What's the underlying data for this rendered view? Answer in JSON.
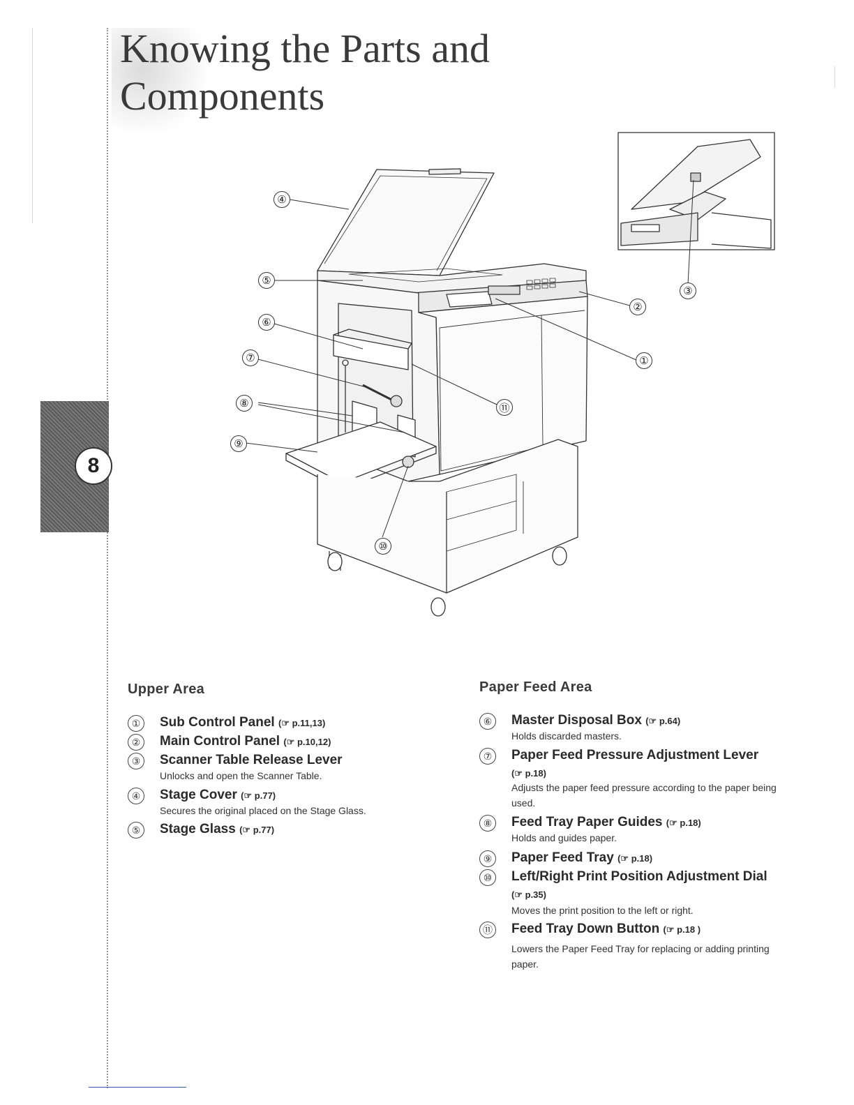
{
  "title": {
    "line1": "Knowing the Parts and",
    "line2": "Components"
  },
  "chapter_number": "8",
  "ref_marker": "☞",
  "callout_numbers": [
    "①",
    "②",
    "③",
    "④",
    "⑤",
    "⑥",
    "⑦",
    "⑧",
    "⑨",
    "⑩",
    "⑪"
  ],
  "upper_area": {
    "heading": "Upper Area",
    "items": [
      {
        "num": "①",
        "name": "Sub Control Panel",
        "ref": "p.11,13",
        "desc": ""
      },
      {
        "num": "②",
        "name": "Main Control Panel",
        "ref": "p.10,12",
        "desc": ""
      },
      {
        "num": "③",
        "name": "Scanner Table Release Lever",
        "ref": "",
        "desc": "Unlocks and open the Scanner Table."
      },
      {
        "num": "④",
        "name": "Stage Cover",
        "ref": "p.77",
        "desc": "Secures the original placed on the Stage Glass."
      },
      {
        "num": "⑤",
        "name": "Stage Glass",
        "ref": "p.77",
        "desc": ""
      }
    ]
  },
  "paper_feed_area": {
    "heading": "Paper Feed Area",
    "items": [
      {
        "num": "⑥",
        "name": "Master Disposal Box",
        "ref": "p.64",
        "ref_line2": "",
        "desc": "Holds discarded masters."
      },
      {
        "num": "⑦",
        "name": "Paper Feed Pressure Adjustment Lever",
        "ref": "",
        "ref_line2": "p.18",
        "desc": "Adjusts the paper feed pressure according to the paper being used."
      },
      {
        "num": "⑧",
        "name": "Feed Tray Paper Guides",
        "ref": "p.18",
        "ref_line2": "",
        "desc": "Holds and guides paper."
      },
      {
        "num": "⑨",
        "name": "Paper Feed Tray",
        "ref": "p.18",
        "ref_line2": "",
        "desc": ""
      },
      {
        "num": "⑩",
        "name": "Left/Right Print Position Adjustment Dial",
        "ref": "",
        "ref_line2": "p.35",
        "desc": "Moves the print position to the left or right."
      },
      {
        "num": "⑪",
        "name": "Feed Tray Down Button",
        "ref": "p.18 ",
        "ref_line2": "",
        "desc": "Lowers the Paper Feed Tray for replacing or adding printing paper."
      }
    ]
  }
}
